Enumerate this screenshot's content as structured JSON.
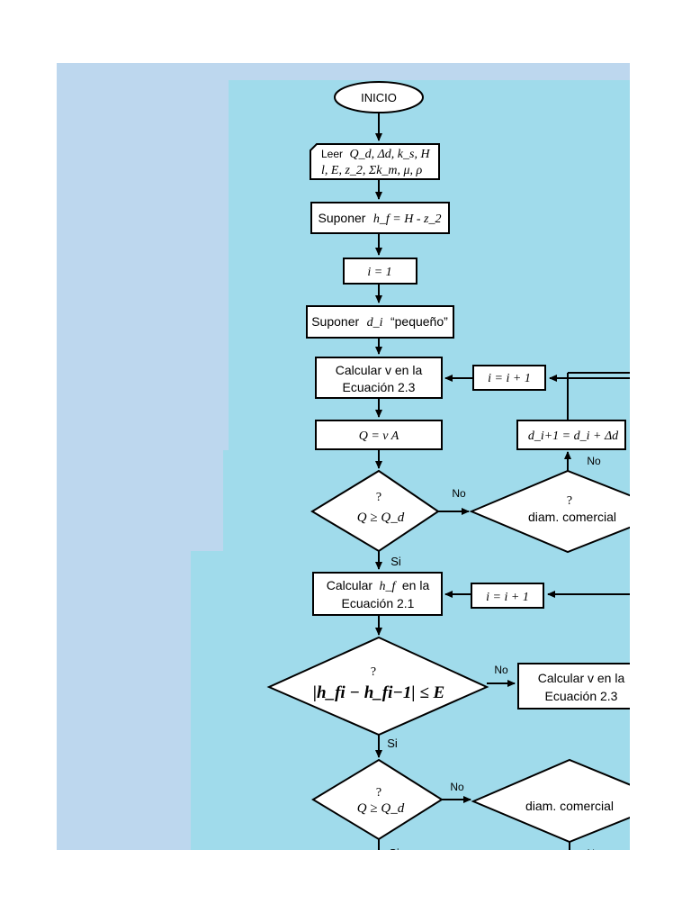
{
  "colors": {
    "outer_bg": "#BDD7EE",
    "panel_bg": "#A0DBEB",
    "box_fill": "#FFFFFF",
    "stroke": "#000000"
  },
  "nodes": {
    "start": "INICIO",
    "read_l1_prefix": "Leer",
    "read_l1_vars": "Q_d, Δd, k_s, H",
    "read_l2_vars": "l, E, z_2, Σk_m, μ, ρ",
    "suponer_hf_prefix": "Suponer",
    "suponer_hf_expr": "h_f = H - z_2",
    "init_i": "i = 1",
    "suponer_di_prefix": "Suponer",
    "suponer_di_var": "d_i",
    "suponer_di_suffix": "“pequeño”",
    "calc_v1_line1": "Calcular v en la",
    "calc_v1_line2": "Ecuación 2.3",
    "q_eq": "Q = v A",
    "inc_i_1": "i = i + 1",
    "d_update": "d_i+1 = d_i + Δd",
    "dec_q1_mark": "?",
    "dec_q1_expr": "Q ≥ Q_d",
    "dec_diam1_mark": "?",
    "dec_diam1_text": "diam. comercial",
    "calc_hf_line1_a": "Calcular",
    "calc_hf_var": "h_f",
    "calc_hf_line1_b": "en la",
    "calc_hf_line2": "Ecuación 2.1",
    "inc_i_2": "i = i + 1",
    "dec_err_mark": "?",
    "dec_err_expr": "|h_fi − h_fi−1| ≤ E",
    "calc_v2_line1": "Calcular v en la",
    "calc_v2_line2": "Ecuación 2.3",
    "dec_q2_mark": "?",
    "dec_q2_expr": "Q ≥ Q_d",
    "dec_diam2_text": "diam. comercial"
  },
  "labels": {
    "no_1": "No",
    "no_2": "No",
    "si_1": "Si",
    "no_3": "No",
    "si_2": "Si",
    "no_4": "No",
    "si_3": "Si",
    "no_5": "No"
  }
}
